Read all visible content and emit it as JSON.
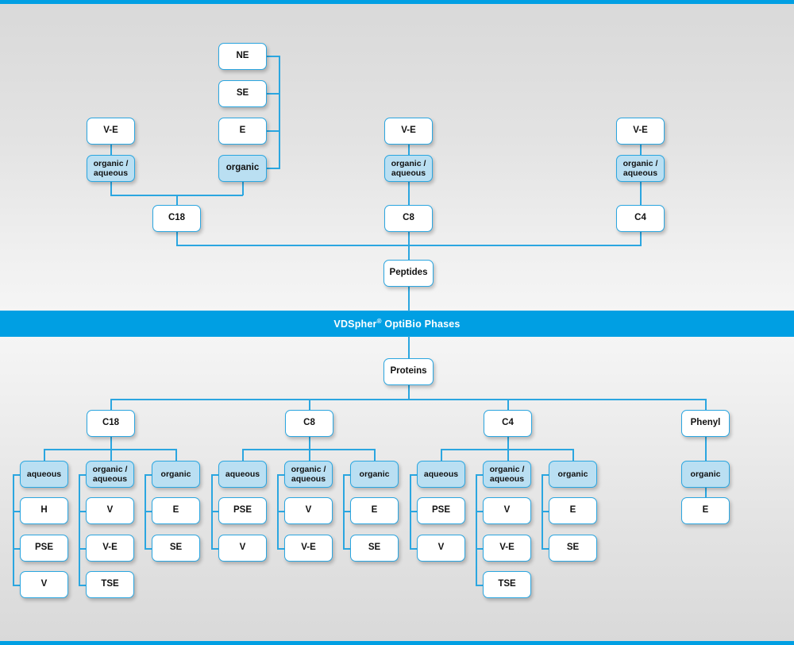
{
  "meta": {
    "accent_color": "#009fe3",
    "line_color": "#2ba6e0",
    "highlight_color": "#badff2",
    "node_fill": "#ffffff"
  },
  "banner": {
    "brand": "VDSpher",
    "registered_mark": "®",
    "product": " OptiBio Phases"
  },
  "peptides": {
    "root_label": "Peptides",
    "columns": [
      {
        "id": "c18",
        "label": "C18",
        "left_chain": [
          {
            "label": "V-E",
            "highlight": false
          },
          {
            "label": "organic /\naqueous",
            "highlight": true
          }
        ],
        "right_chain": [
          {
            "label": "NE",
            "highlight": false
          },
          {
            "label": "SE",
            "highlight": false
          },
          {
            "label": "E",
            "highlight": false
          },
          {
            "label": "organic",
            "highlight": true
          }
        ]
      },
      {
        "id": "c8",
        "label": "C8",
        "left_chain": [
          {
            "label": "V-E",
            "highlight": false
          },
          {
            "label": "organic /\naqueous",
            "highlight": true
          }
        ],
        "right_chain": []
      },
      {
        "id": "c4",
        "label": "C4",
        "left_chain": [
          {
            "label": "V-E",
            "highlight": false
          },
          {
            "label": "organic /\naqueous",
            "highlight": true
          }
        ],
        "right_chain": []
      }
    ]
  },
  "proteins": {
    "root_label": "Proteins",
    "columns": [
      {
        "id": "c18",
        "label": "C18",
        "groups": [
          {
            "label": "aqueous",
            "items": [
              "H",
              "PSE",
              "V"
            ]
          },
          {
            "label": "organic /\naqueous",
            "items": [
              "V",
              "V-E",
              "TSE"
            ]
          },
          {
            "label": "organic",
            "items": [
              "E",
              "SE"
            ]
          }
        ]
      },
      {
        "id": "c8",
        "label": "C8",
        "groups": [
          {
            "label": "aqueous",
            "items": [
              "PSE",
              "V"
            ]
          },
          {
            "label": "organic /\naqueous",
            "items": [
              "V",
              "V-E"
            ]
          },
          {
            "label": "organic",
            "items": [
              "E",
              "SE"
            ]
          }
        ]
      },
      {
        "id": "c4",
        "label": "C4",
        "groups": [
          {
            "label": "aqueous",
            "items": [
              "PSE",
              "V"
            ]
          },
          {
            "label": "organic /\naqueous",
            "items": [
              "V",
              "V-E",
              "TSE"
            ]
          },
          {
            "label": "organic",
            "items": [
              "E",
              "SE"
            ]
          }
        ]
      },
      {
        "id": "phenyl",
        "label": "Phenyl",
        "groups": [
          {
            "label": "organic",
            "items": [
              "E"
            ]
          }
        ]
      }
    ]
  }
}
